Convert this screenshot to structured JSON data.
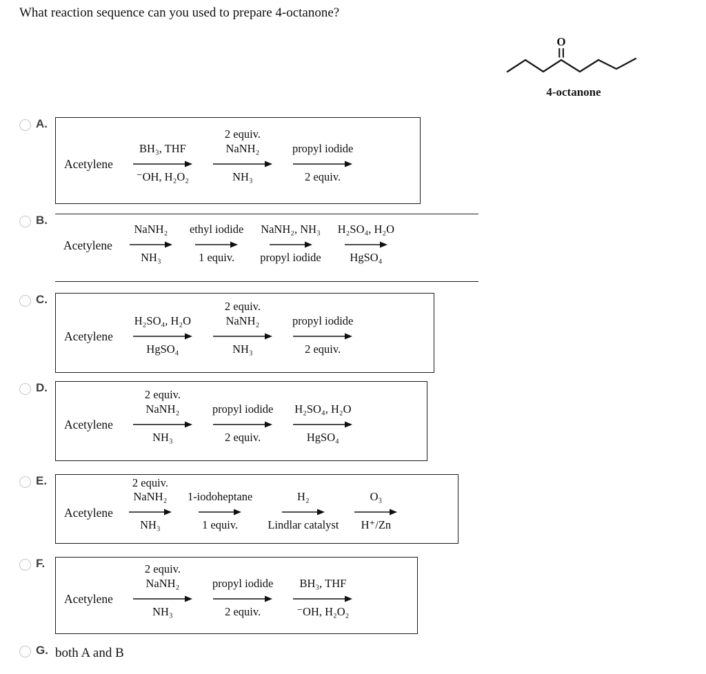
{
  "question": {
    "text": "What reaction sequence can you used to prepare 4-octanone?"
  },
  "molecule": {
    "atom_label": "O",
    "label": "4-octanone"
  },
  "options": [
    {
      "letter": "A.",
      "reactant": "Acetylene",
      "steps": [
        {
          "top": "BH₃, THF",
          "bottom": "⁻OH, H₂O₂"
        },
        {
          "top": "2 equiv.\nNaNH₂",
          "bottom": "NH₃"
        },
        {
          "top": "propyl iodide",
          "bottom": "2 equiv."
        }
      ]
    },
    {
      "letter": "B.",
      "reactant": "Acetylene",
      "steps": [
        {
          "top": "NaNH₂",
          "bottom": "NH₃"
        },
        {
          "top": "ethyl iodide",
          "bottom": "1 equiv."
        },
        {
          "top": "NaNH₂, NH₃",
          "bottom": "propyl iodide"
        },
        {
          "top": "H₂SO₄, H₂O",
          "bottom": "HgSO₄"
        }
      ]
    },
    {
      "letter": "C.",
      "reactant": "Acetylene",
      "steps": [
        {
          "top": "H₂SO₄, H₂O",
          "bottom": "HgSO₄"
        },
        {
          "top": "2 equiv.\nNaNH₂",
          "bottom": "NH₃"
        },
        {
          "top": "propyl iodide",
          "bottom": "2 equiv."
        }
      ]
    },
    {
      "letter": "D.",
      "reactant": "Acetylene",
      "steps": [
        {
          "top": "2 equiv.\nNaNH₂",
          "bottom": "NH₃"
        },
        {
          "top": "propyl iodide",
          "bottom": "2 equiv."
        },
        {
          "top": "H₂SO₄, H₂O",
          "bottom": "HgSO₄"
        }
      ]
    },
    {
      "letter": "E.",
      "reactant": "Acetylene",
      "steps": [
        {
          "top": "2 equiv.\nNaNH₂",
          "bottom": "NH₃"
        },
        {
          "top": "1-iodoheptane",
          "bottom": "1 equiv."
        },
        {
          "top": "H₂",
          "bottom": "Lindlar catalyst"
        },
        {
          "top": "O₃",
          "bottom": "H⁺/Zn"
        }
      ]
    },
    {
      "letter": "F.",
      "reactant": "Acetylene",
      "steps": [
        {
          "top": "2 equiv.\nNaNH₂",
          "bottom": "NH₃"
        },
        {
          "top": "propyl iodide",
          "bottom": "2 equiv."
        },
        {
          "top": "BH₃, THF",
          "bottom": "⁻OH, H₂O₂"
        }
      ]
    },
    {
      "letter": "G.",
      "text": "both A and B"
    }
  ]
}
